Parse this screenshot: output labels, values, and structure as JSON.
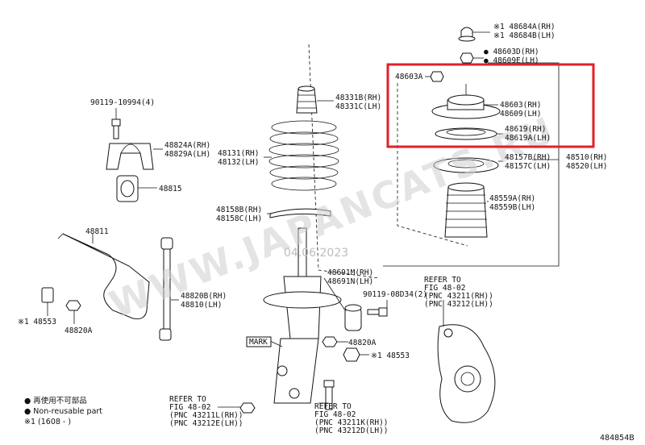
{
  "watermark": "WWW.JAPANCATS.RU",
  "date_stamp": "04.06.2023",
  "diagram_code": "484854B",
  "highlight_color": "#e0202a",
  "labels": {
    "p48684": [
      "※1 48684A(RH)",
      "※1 48684B(LH)"
    ],
    "p48603D": [
      "● 48603D(RH)",
      "● 48609E(LH)"
    ],
    "p48603A": "48603A",
    "p48603": [
      "48603(RH)",
      "48609(LH)"
    ],
    "p48619": [
      "48619(RH)",
      "48619A(LH)"
    ],
    "p48157": [
      "48157B(RH)",
      "48157C(LH)"
    ],
    "p48510": [
      "48510(RH)",
      "48520(LH)"
    ],
    "p48559": [
      "48559A(RH)",
      "48559B(LH)"
    ],
    "p48331": [
      "48331B(RH)",
      "48331C(LH)"
    ],
    "p48131": [
      "48131(RH)",
      "48132(LH)"
    ],
    "p48158": [
      "48158B(RH)",
      "48158C(LH)"
    ],
    "p90119a": "90119-10994(4)",
    "p48824": [
      "48824A(RH)",
      "48829A(LH)"
    ],
    "p48815": "48815",
    "p48811": "48811",
    "p48820B": [
      "48820B(RH)",
      "48810(LH)"
    ],
    "p48553L": "※1 48553",
    "p48820AL": "48820A",
    "p48691": [
      "48691M(RH)",
      "48691N(LH)"
    ],
    "p90119b": "90119-08D34(2)",
    "refer_top": [
      "REFER TO",
      "FIG 48-02",
      "(PNC 43211(RH))",
      "(PNC 43212(LH))"
    ],
    "mark": "MARK",
    "p48820AR": "48820A",
    "p48553R": "※1 48553",
    "refer_bl": [
      "REFER TO",
      "FIG 48-02",
      "(PNC 43211L(RH))",
      "(PNC 43212E(LH))"
    ],
    "refer_bm": [
      "REFER TO",
      "FIG 48-02",
      "(PNC 43211K(RH))",
      "(PNC 43212D(LH))"
    ]
  },
  "legend": {
    "line1": "● 再使用不可部品",
    "line2": "● Non-reusable part",
    "line3": "※1 (1608 -        )"
  }
}
